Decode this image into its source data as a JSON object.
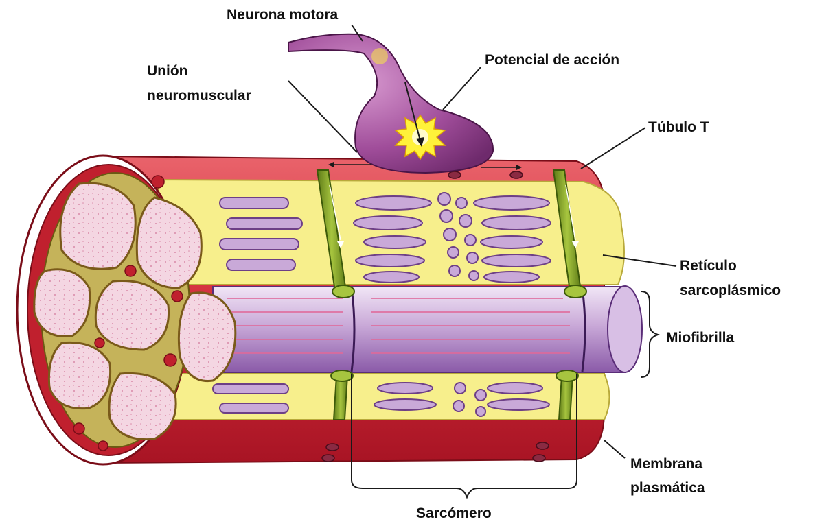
{
  "labels": {
    "neurona_motora": "Neurona motora",
    "potencial_de_accion": "Potencial de acción",
    "union_line1": "Unión",
    "union_line2": "neuromuscular",
    "tubulo_t": "Túbulo T",
    "reticulo_line1": "Retículo",
    "reticulo_line2": "sarcoplásmico",
    "miofibrilla": "Miofibrilla",
    "membrana_line1": "Membrana",
    "membrana_line2": "plasmática",
    "sarcomero": "Sarcómero"
  },
  "colors": {
    "membrane_red": "#d22c3a",
    "membrane_dark": "#a81424",
    "reticulum_yellow": "#f7ef8c",
    "tubule_green": "#7fa02a",
    "myofibril_lilac": "#c9a9d8",
    "neuron_purple": "#a04d9a",
    "fibril_pink": "#f4d6e2",
    "action_potential_yellow": "#fff23a"
  }
}
